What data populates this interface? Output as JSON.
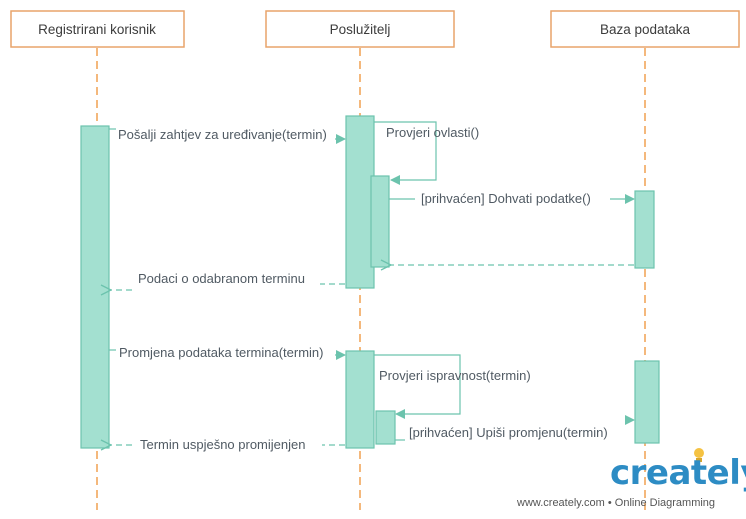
{
  "participants": [
    {
      "id": "user",
      "name": "Registrirani korisnik"
    },
    {
      "id": "server",
      "name": "Poslužitelj"
    },
    {
      "id": "db",
      "name": "Baza podataka"
    }
  ],
  "messages": {
    "m1": "Pošalji zahtjev za uređivanje(termin)",
    "m2": "Provjeri ovlasti()",
    "m3": "[prihvaćen] Dohvati podatke()",
    "m4": "Podaci o odabranom terminu",
    "m5": "Promjena podataka termina(termin)",
    "m6": "Provjeri ispravnost(termin)",
    "m7": "[prihvaćen] Upiši promjenu(termin)",
    "m8": "Termin uspješno promijenjen"
  },
  "brand": {
    "logo": "creately",
    "tagline": "www.creately.com • Online Diagramming"
  },
  "colors": {
    "lifeline": "#f0a050",
    "header_border": "#e8a46a",
    "activation_fill": "#a3e0d0",
    "activation_stroke": "#6cc3ad",
    "arrow": "#6cc3ad",
    "brand": "#2d8cc4"
  }
}
